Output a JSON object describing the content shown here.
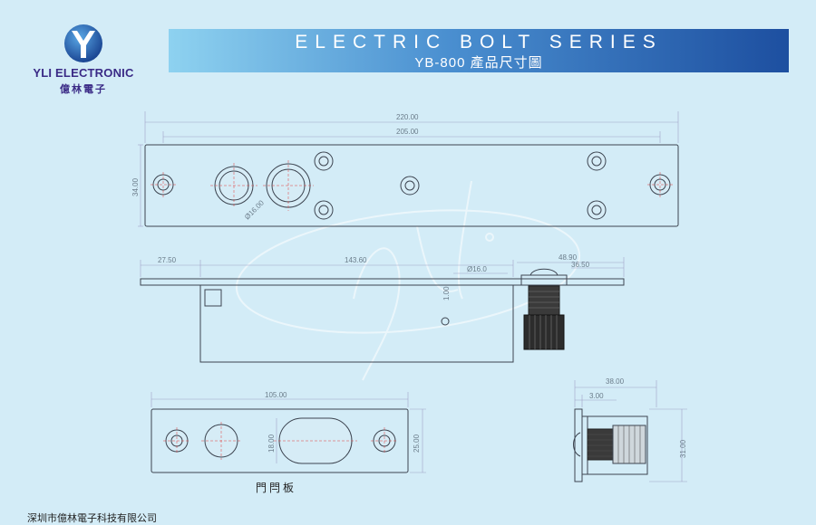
{
  "brand": {
    "name": "YLI ELECTRONIC",
    "name_cn": "億林電子",
    "logo_icon": "yli-y-logo-icon",
    "logo_color": "#1b4ea3"
  },
  "banner": {
    "title": "ELECTRIC BOLT SERIES",
    "subtitle": "YB-800 產品尺寸圖",
    "gradient": [
      "#8ed2f0",
      "#1d4fa0"
    ]
  },
  "views": {
    "top": {
      "dim_total_length": "220.00",
      "dim_hole_spacing": "205.00",
      "dim_height": "34.00",
      "dim_bolt_diameter": "Ø16.00"
    },
    "side": {
      "dim_left_offset": "27.50",
      "dim_body_length": "143.60",
      "dim_bolt_diameter": "Ø16.0",
      "dim_gap": "1.00",
      "dim_bolt_extension": "48.90",
      "dim_bolt_inner": "36.50"
    },
    "strike_plate": {
      "dim_hole_spacing": "105.00",
      "dim_slot_height": "18.00",
      "dim_plate_height": "25.00",
      "label": "門閂板"
    },
    "end": {
      "dim_width": "38.00",
      "dim_offset": "3.00",
      "dim_height": "31.00"
    }
  },
  "footer": {
    "text": "深圳市億林電子科技有限公司"
  }
}
